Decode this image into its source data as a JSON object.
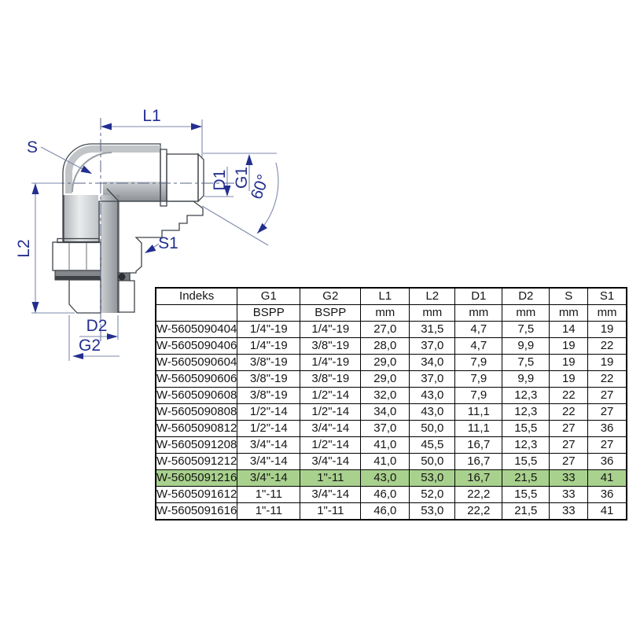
{
  "diagram": {
    "labels": {
      "l1": "L1",
      "s": "S",
      "d1": "D1",
      "g1": "G1",
      "angle": "60°",
      "l2": "L2",
      "s1": "S1",
      "d2": "D2",
      "g2": "G2"
    },
    "label_color": "#232e8f",
    "dim_line_color": "#7e89ad"
  },
  "table": {
    "columns": [
      "Indeks",
      "G1",
      "G2",
      "L1",
      "L2",
      "D1",
      "D2",
      "S",
      "S1"
    ],
    "units": [
      "",
      "BSPP",
      "BSPP",
      "mm",
      "mm",
      "mm",
      "mm",
      "mm",
      "mm"
    ],
    "rows": [
      [
        "W-5605090404",
        "1/4\"-19",
        "1/4\"-19",
        "27,0",
        "31,5",
        "4,7",
        "7,5",
        "14",
        "19"
      ],
      [
        "W-5605090406",
        "1/4\"-19",
        "3/8\"-19",
        "28,0",
        "37,0",
        "4,7",
        "9,9",
        "19",
        "22"
      ],
      [
        "W-5605090604",
        "3/8\"-19",
        "1/4\"-19",
        "29,0",
        "34,0",
        "7,9",
        "7,5",
        "19",
        "19"
      ],
      [
        "W-5605090606",
        "3/8\"-19",
        "3/8\"-19",
        "29,0",
        "37,0",
        "7,9",
        "9,9",
        "19",
        "22"
      ],
      [
        "W-5605090608",
        "3/8\"-19",
        "1/2\"-14",
        "32,0",
        "43,0",
        "7,9",
        "12,3",
        "22",
        "27"
      ],
      [
        "W-5605090808",
        "1/2\"-14",
        "1/2\"-14",
        "34,0",
        "43,0",
        "11,1",
        "12,3",
        "22",
        "27"
      ],
      [
        "W-5605090812",
        "1/2\"-14",
        "3/4\"-14",
        "37,0",
        "50,0",
        "11,1",
        "15,5",
        "27",
        "36"
      ],
      [
        "W-5605091208",
        "3/4\"-14",
        "1/2\"-14",
        "41,0",
        "45,5",
        "16,7",
        "12,3",
        "27",
        "27"
      ],
      [
        "W-5605091212",
        "3/4\"-14",
        "3/4\"-14",
        "41,0",
        "50,0",
        "16,7",
        "15,5",
        "27",
        "36"
      ],
      [
        "W-5605091216",
        "3/4\"-14",
        "1\"-11",
        "43,0",
        "53,0",
        "16,7",
        "21,5",
        "33",
        "41"
      ],
      [
        "W-5605091612",
        "1\"-11",
        "3/4\"-14",
        "46,0",
        "52,0",
        "22,2",
        "15,5",
        "33",
        "36"
      ],
      [
        "W-5605091616",
        "1\"-11",
        "1\"-11",
        "46,0",
        "53,0",
        "22,2",
        "21,5",
        "33",
        "41"
      ]
    ],
    "highlighted_row": "W-5605091216",
    "highlight_color": "#a9d18e"
  }
}
